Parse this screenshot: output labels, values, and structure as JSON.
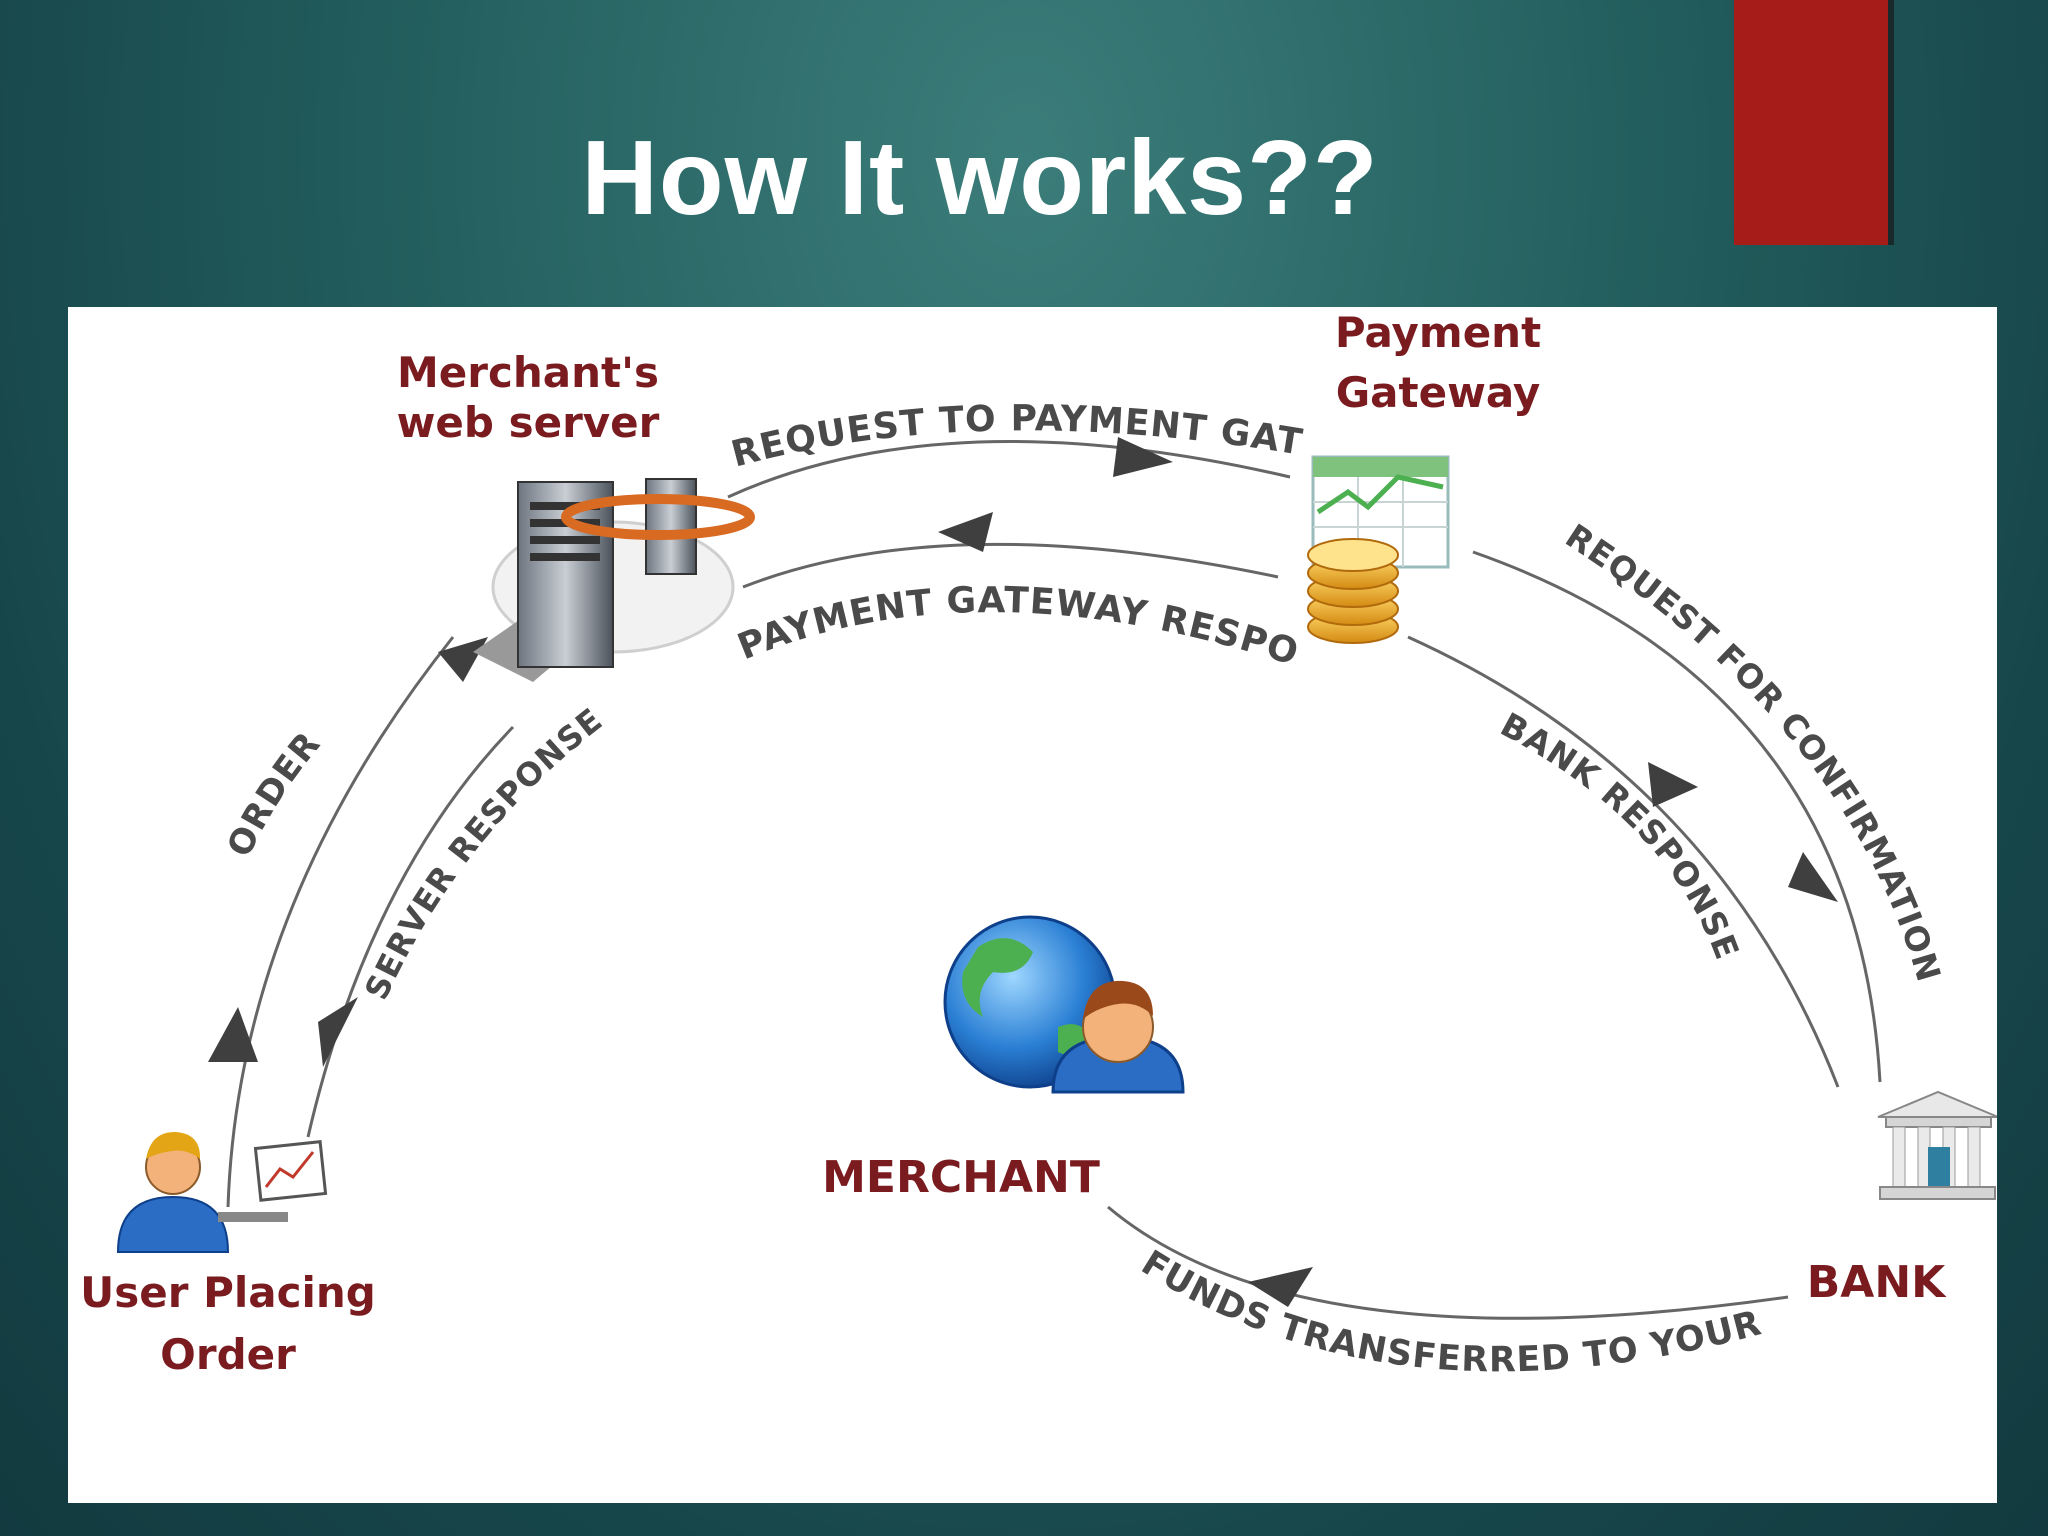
{
  "slide": {
    "title": "How It works??",
    "accent_color": "#a51c18"
  },
  "diagram": {
    "nodes": {
      "merchant_server": {
        "line1": "Merchant's",
        "line2": "web server",
        "icon": "server-icon"
      },
      "payment_gateway": {
        "line1": "Payment",
        "line2": "Gateway",
        "icon": "gateway-coins-icon"
      },
      "bank": {
        "label": "BANK",
        "icon": "bank-icon"
      },
      "merchant": {
        "label": "MERCHANT",
        "icon": "globe-person-icon"
      },
      "user": {
        "line1": "User Placing",
        "line2": "Order",
        "icon": "user-computer-icon"
      }
    },
    "flows": {
      "order": "ORDER",
      "server_response": "SERVER RESPONSE",
      "request_to_gateway": "REQUEST  TO PAYMENT GATWAY",
      "gateway_response": "PAYMENT GATEWAY RESPONSE",
      "request_confirmation": "REQUEST  FOR CONFIRMATION",
      "bank_response": "BANK RESPONSE",
      "funds_transferred": "FUNDS TRANSFERRED TO YOUR A/C"
    },
    "colors": {
      "label": "#7a1c1f",
      "flow_text": "#4a4a4a",
      "arrow": "#555555"
    }
  }
}
